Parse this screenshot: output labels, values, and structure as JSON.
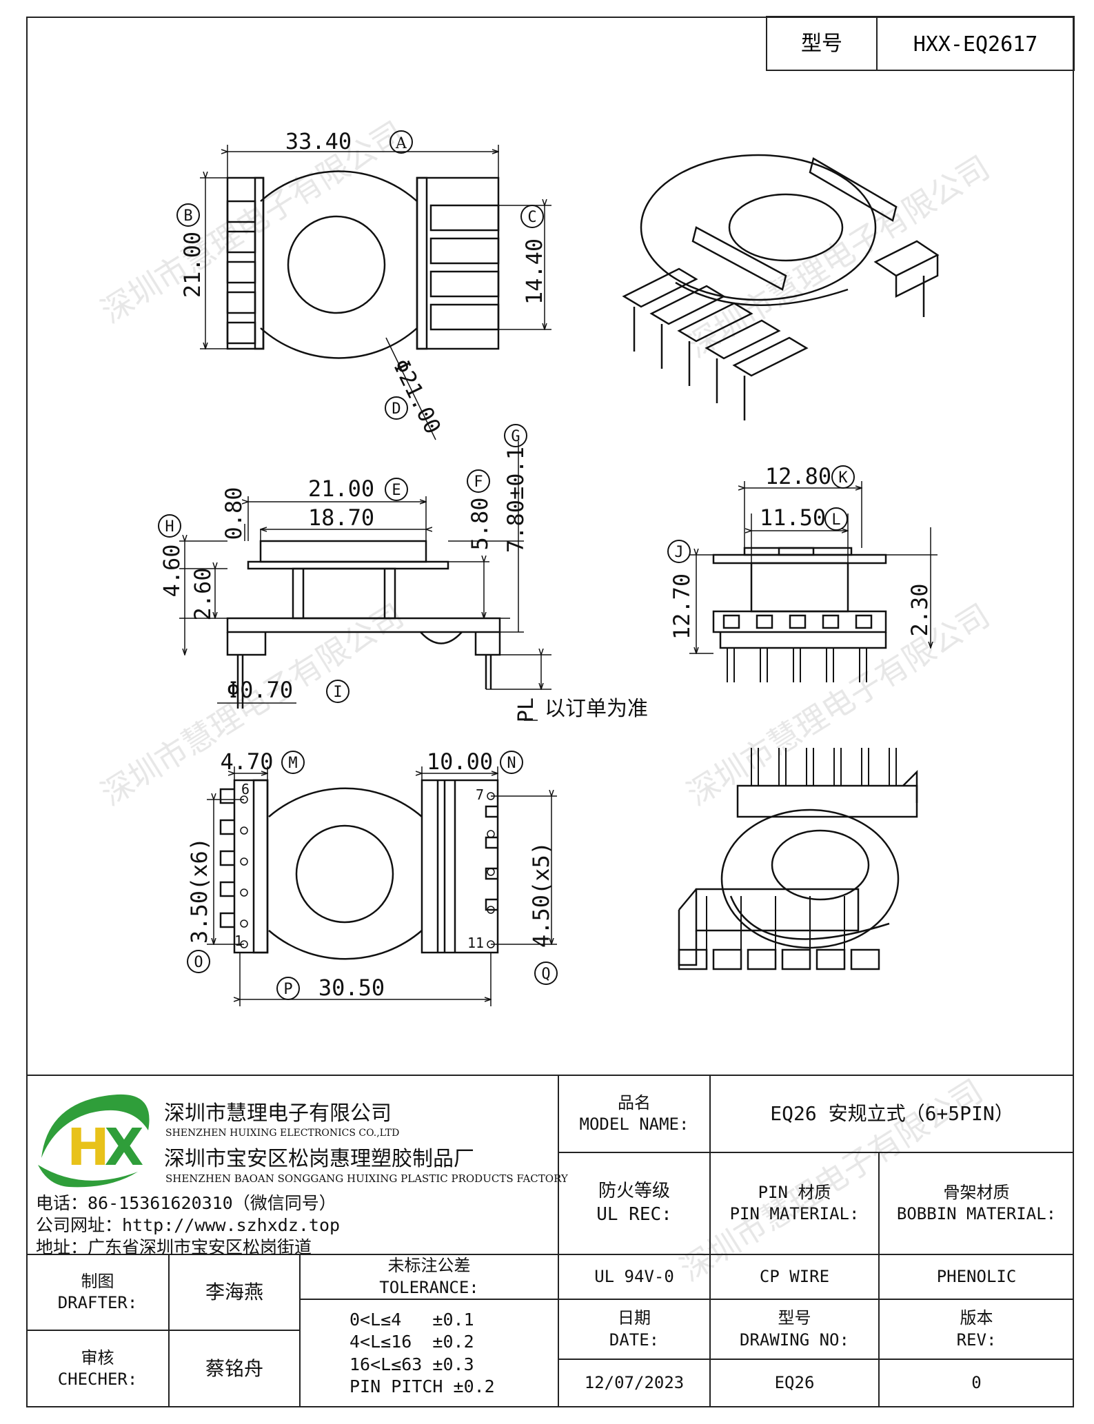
{
  "header": {
    "model_label": "型号",
    "model_value": "HXX-EQ2617"
  },
  "dimensions": {
    "A": "33.40",
    "A_mark": "A",
    "B": "21.00",
    "B_mark": "B",
    "C": "14.40",
    "C_mark": "C",
    "D": "Φ21.00",
    "D_mark": "D",
    "E": "21.00",
    "E_mark": "E",
    "inner_width": "18.70",
    "F": "5.80",
    "F_mark": "F",
    "G": "7.80±0.1",
    "G_mark": "G",
    "top_gap": "0.80",
    "H": "4.60",
    "H_mark": "H",
    "base_h": "2.60",
    "I": "Φ0.70",
    "I_mark": "I",
    "PL": "PL",
    "PL_note": "以订单为准",
    "K": "12.80",
    "K_mark": "K",
    "L": "11.50",
    "L_mark": "L",
    "J": "12.70",
    "J_mark": "J",
    "pin_h": "2.30",
    "M": "4.70",
    "M_mark": "M",
    "N": "10.00",
    "N_mark": "N",
    "O": "3.50(x6)",
    "O_mark": "O",
    "P": "30.50",
    "P_mark": "P",
    "Q": "4.50(x5)",
    "Q_mark": "Q",
    "pin_labels": [
      "6",
      "1",
      "7",
      "11"
    ]
  },
  "watermark": "深圳市慧理电子有限公司",
  "company": {
    "logo_text": "HX",
    "name_cn": "深圳市慧理电子有限公司",
    "name_en": "SHENZHEN HUIXING ELECTRONICS CO.,LTD",
    "factory_cn": "深圳市宝安区松岗惠理塑胶制品厂",
    "factory_en": "SHENZHEN BAOAN SONGGANG HUIXING PLASTIC PRODUCTS FACTORY",
    "phone": "电话：86-15361620310（微信同号）",
    "website": "公司网址：http://www.szhxdz.top",
    "address": "地址：广东省深圳市宝安区松岗街道"
  },
  "title_block": {
    "model_name_label_cn": "品名",
    "model_name_label_en": "MODEL NAME:",
    "model_name_value": "EQ26 安规立式（6+5PIN）",
    "ul_label_cn": "防火等级",
    "ul_label_en": "UL REC:",
    "pin_mat_label_cn": "PIN 材质",
    "pin_mat_label_en": "PIN MATERIAL:",
    "bobbin_label_cn": "骨架材质",
    "bobbin_label_en": "BOBBIN MATERIAL:",
    "ul_value": "UL 94V-0",
    "pin_mat_value": "CP WIRE",
    "bobbin_value": "PHENOLIC",
    "drafter_cn": "制图",
    "drafter_en": "DRAFTER:",
    "drafter_name": "李海燕",
    "checker_cn": "审核",
    "checker_en": "CHECHER:",
    "checker_name": "蔡铭舟",
    "tol_cn": "未标注公差",
    "tol_en": "TOLERANCE:",
    "tol_lines": [
      "0<L≤4   ±0.1",
      "4<L≤16  ±0.2",
      "16<L≤63 ±0.3",
      "PIN PITCH ±0.2"
    ],
    "date_cn": "日期",
    "date_en": "DATE:",
    "drawing_cn": "型号",
    "drawing_en": "DRAWING NO:",
    "rev_cn": "版本",
    "rev_en": "REV:",
    "date_value": "12/07/2023",
    "drawing_value": "EQ26",
    "rev_value": "0"
  },
  "colors": {
    "logo_green": "#2f9e3a",
    "logo_yellow": "#e8c21a",
    "ink": "#111111"
  }
}
